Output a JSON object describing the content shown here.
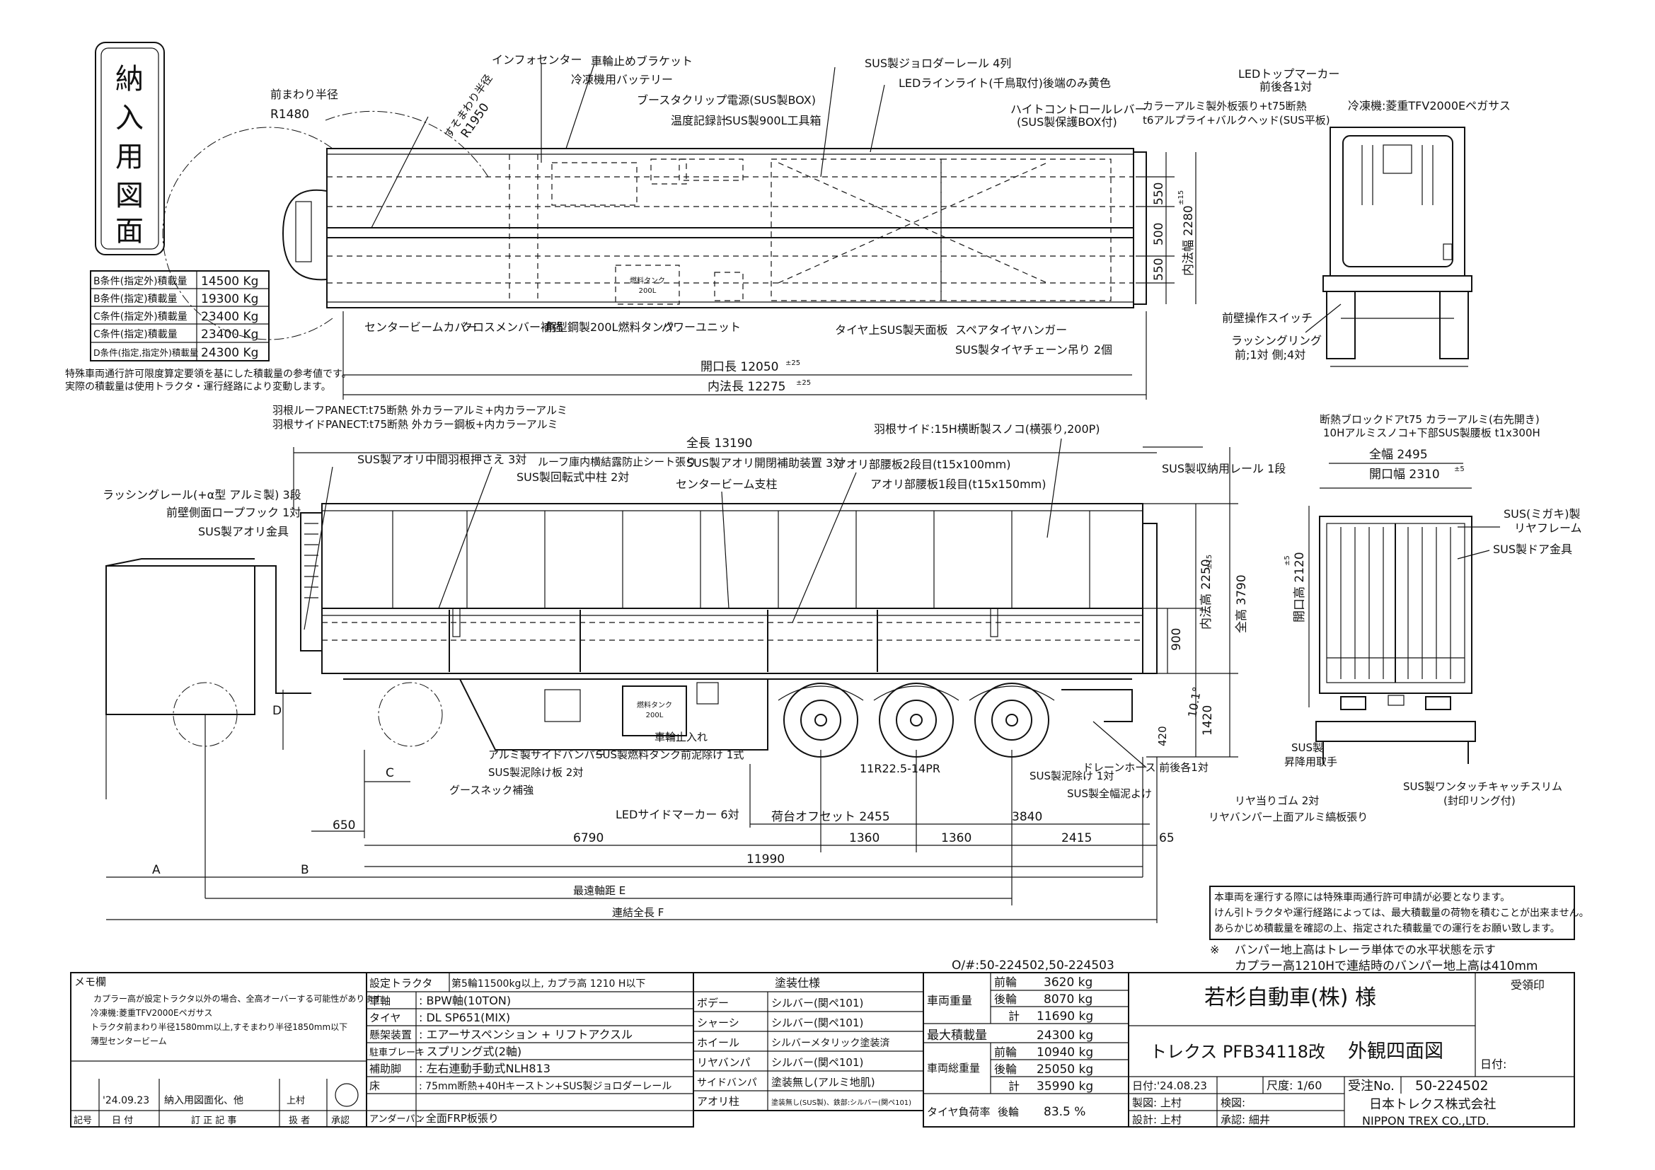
{
  "stamp": {
    "chars": [
      "納",
      "入",
      "用",
      "図",
      "面"
    ]
  },
  "load_table": [
    {
      "label": "B条件(指定外)積載量",
      "value": "14500 Kg"
    },
    {
      "label": "B条件(指定)積載量",
      "value": "19300 Kg"
    },
    {
      "label": "C条件(指定外)積載量",
      "value": "23400 Kg"
    },
    {
      "label": "C条件(指定)積載量",
      "value": "23400 Kg"
    },
    {
      "label": "D条件(指定,指定外)積載量",
      "value": "24300 Kg"
    }
  ],
  "load_note": [
    "特殊車両通行許可限度算定要領を基にした積載量の参考値です。",
    "実際の積載量は使用トラクタ・運行経路により変動します。"
  ],
  "top_view": {
    "labels": {
      "front_radius": "前まわり半径",
      "front_radius_val": "R1480",
      "swing_radius": "すそまわり半径",
      "swing_radius_val": "R1950",
      "info_center": "インフォセンター",
      "wheel_bracket": "車輪止めブラケット",
      "reefer_battery": "冷凍機用バッテリー",
      "booster": "ブースタクリップ電源(SUS製BOX)",
      "temp_recorder": "温度記録計",
      "toolbox": "SUS製900L工具箱",
      "jorder_rail": "SUS製ジョロダーレール 4列",
      "led_line": "LEDラインライト(千鳥取付)後端のみ黄色",
      "height_lever": "ハイトコントロールレバー",
      "height_lever2": "(SUS製保護BOX付)",
      "fuel_tank_mark": "燃料タンク",
      "fuel_tank_cap": "200L",
      "center_beam": "センタービームカバー",
      "cross_member": "クロスメンバー補強",
      "fuel_tank": "角型鋼製200L燃料タンク",
      "power_unit": "パワーユニット",
      "tire_plate": "タイヤ上SUS製天面板",
      "spare_hanger": "スペアタイヤハンガー",
      "tire_chain": "SUS製タイヤチェーン吊り 2個",
      "dim_open_len": "開口長 12050",
      "dim_open_tol": "±25",
      "dim_inner_len": "内法長 12275",
      "dim_inner_tol": "±25",
      "dim_550a": "550",
      "dim_500": "500",
      "dim_550b": "550",
      "dim_inner_w": "内法幅 2280",
      "dim_inner_w_tol": "±15"
    }
  },
  "front_view": {
    "labels": {
      "led_top": "LEDトップマーカー",
      "led_top2": "前後各1対",
      "panel1": "カラーアルミ製外板張り+t75断熱",
      "panel2": "t6アルプライ+バルクヘッド(SUS平板)",
      "reefer": "冷凍機:菱重TFV2000Eペガサス",
      "front_switch": "前壁操作スイッチ",
      "lashing": "ラッシングリング",
      "lashing2": "前;1対 側;4対"
    }
  },
  "side_view": {
    "labels": {
      "roof_panel": "羽根ルーフPANECT:t75断熱 外カラーアルミ+内カラーアルミ",
      "side_panel": "羽根サイドPANECT:t75断熱 外カラー鋼板+内カラーアルミ",
      "wing_side": "羽根サイド:15H横断製スノコ(横張り,200P)",
      "total_len": "全長 13190",
      "sus_press": "SUS製アオリ中間羽根押さえ 3対",
      "roof_sheet": "ルーフ庫内横結露防止シート張り",
      "sus_open": "SUS製アオリ開閉補助装置 3対",
      "sus_pillar": "SUS製回転式中柱 2対",
      "cb_support": "センタービーム支柱",
      "aori2": "アオリ部腰板2段目(t15x100mm)",
      "aori1": "アオリ部腰板1段目(t15x150mm)",
      "sus_rail": "SUS製収納用レール 1段",
      "lashing_rail": "ラッシングレール(+α型 アルミ製) 3段",
      "rope_hook": "前壁側面ロープフック 1対",
      "aori_metal": "SUS製アオリ金具",
      "fuel_mark": "燃料タンク",
      "fuel_cap": "200L",
      "dim_2250": "内法高 2250",
      "dim_2250_tol": "±15",
      "dim_3790": "全高 3790",
      "dim_900": "900",
      "dim_1420": "1420",
      "dim_420": "420",
      "dim_angle": "10.1°",
      "dim_D": "D",
      "dim_C": "C",
      "alum_bumper": "アルミ製サイドバンパー",
      "sus_mud": "SUS製泥除け板 2対",
      "fuel_protect": "SUS製燃料タンク前泥除け 1式",
      "gooseneck": "グースネック補強",
      "wheel_chock": "車輪止入れ",
      "tire": "11R22.5-14PR",
      "mud_rear": "SUS製泥除け 1対",
      "sus_ladder": "SUS製全幅泥よけ",
      "drain": "ドレーンホース 前後各1対",
      "led_side": "LEDサイドマーカー 6対",
      "axle_offset": "荷台オフセット 2455",
      "dim_3840": "3840",
      "dim_650": "650",
      "dim_6790": "6790",
      "dim_1360a": "1360",
      "dim_1360b": "1360",
      "dim_2415": "2415",
      "dim_65": "65",
      "dim_11990": "11990",
      "dim_A": "A",
      "dim_B": "B",
      "dim_E": "最遠軸距 E",
      "dim_F": "連結全長 F"
    }
  },
  "rear_view": {
    "labels": {
      "door1": "断熱ブロックドアt75 カラーアルミ(右先開き)",
      "door2": "10Hアルミスノコ+下部SUS製腰板 t1x300H",
      "total_w": "全幅 2495",
      "open_w": "開口幅 2310",
      "open_w_tol": "±5",
      "rear_frame": "SUS(ミガキ)製",
      "rear_frame2": "リヤフレーム",
      "door_metal": "SUS製ドア金具",
      "open_h": "開口高 2120",
      "open_h_tol": "±5",
      "step": "SUS製",
      "step2": "昇降用取手",
      "rear_rubber": "リヤ当りゴム 2対",
      "rear_bumper": "リヤバンパー上面アルミ縞板張り",
      "catch": "SUS製ワンタッチキャッチスリム",
      "catch2": "(封印リング付)"
    }
  },
  "notice": [
    "本車両を運行する際には特殊車両通行許可申請が必要となります。",
    "けん引トラクタや運行経路によっては、最大積載量の荷物を積むことが出来ません。",
    "あらかじめ積載量を確認の上、指定された積載量での運行をお願い致します。"
  ],
  "bumper_note": {
    "mark": "※",
    "line1": "バンパー地上高はトレーラ単体での水平状態を示す",
    "line2": "カプラー高1210Hで連結時のバンパー地上高は410mm"
  },
  "order_no": "O/#:50-224502,50-224503",
  "memo": {
    "title": "メモ欄",
    "lines": [
      "カプラー高が設定トラクタ以外の場合、全高オーバーする可能性があります",
      "冷凍機:菱重TFV2000Eペガサス",
      "トラクタ前まわり半径1580mm以上,すそまわり半径1850mm以下",
      "薄型センタービーム"
    ]
  },
  "revision": {
    "date": "'24.09.23",
    "text": "納入用図面化、他",
    "by": "上村",
    "headers": [
      "記号",
      "日 付",
      "訂 正 記 事",
      "扱 者",
      "承認"
    ]
  },
  "spec": [
    {
      "label": "設定トラクタ",
      "value": "第5輪11500kg以上, カプラ高 1210 H以下"
    },
    {
      "label": "車軸",
      "value": ": BPW軸(10TON)"
    },
    {
      "label": "タイヤ",
      "value": ": DL SP651(MIX)"
    },
    {
      "label": "懸架装置",
      "value": ": エアーサスペンション + リフトアクスル"
    },
    {
      "label": "駐車ブレーキ",
      "value": ": スプリング式(2軸)"
    },
    {
      "label": "補助脚",
      "value": ": 左右連動手動式NLH813"
    },
    {
      "label": "床",
      "value": ": 75mm断熱+40Hキーストン+SUS製ジョロダーレール"
    },
    {
      "label": "アンダーパン",
      "value": ": 全面FRP板張り"
    }
  ],
  "paint": {
    "title": "塗装仕様",
    "rows": [
      {
        "part": "ボデー",
        "spec": "シルバー(関ペ101)"
      },
      {
        "part": "シャーシ",
        "spec": "シルバー(関ペ101)"
      },
      {
        "part": "ホイール",
        "spec": "シルバーメタリック塗装済"
      },
      {
        "part": "リヤバンパ",
        "spec": "シルバー(関ペ101)"
      },
      {
        "part": "サイドバンパ",
        "spec": "塗装無し(アルミ地肌)"
      },
      {
        "part": "アオリ柱",
        "spec": "塗装無し(SUS製)、鉄部:シルバー(関ペ101)"
      }
    ]
  },
  "weights": {
    "vehicle_label": "車両重量",
    "front": "前輪",
    "rear": "後輪",
    "total": "計",
    "vehicle": [
      "3620 kg",
      "8070 kg",
      "11690 kg"
    ],
    "max_load_label": "最大積載量",
    "max_load": "24300 kg",
    "gross_label": "車両総重量",
    "gross": [
      "10940 kg",
      "25050 kg",
      "35990 kg"
    ],
    "tire_rate_label": "タイヤ負荷率",
    "tire_rate_pos": "後輪",
    "tire_rate": "83.5 %"
  },
  "title_block": {
    "customer": "若杉自動車(株) 様",
    "receive": "受領印",
    "model": "トレクス PFB34118改",
    "drawing": "外観四面図",
    "date_label": "日付:",
    "date": "日付:'24.08.23",
    "scale": "尺度: 1/60",
    "order_label": "受注No.",
    "order": "50-224502",
    "drawn": "製図: 上村",
    "checked": "検図:",
    "designed": "設計: 上村",
    "approved": "承認: 細井",
    "company": "日本トレクス株式会社",
    "company_en": "NIPPON TREX CO.,LTD."
  }
}
